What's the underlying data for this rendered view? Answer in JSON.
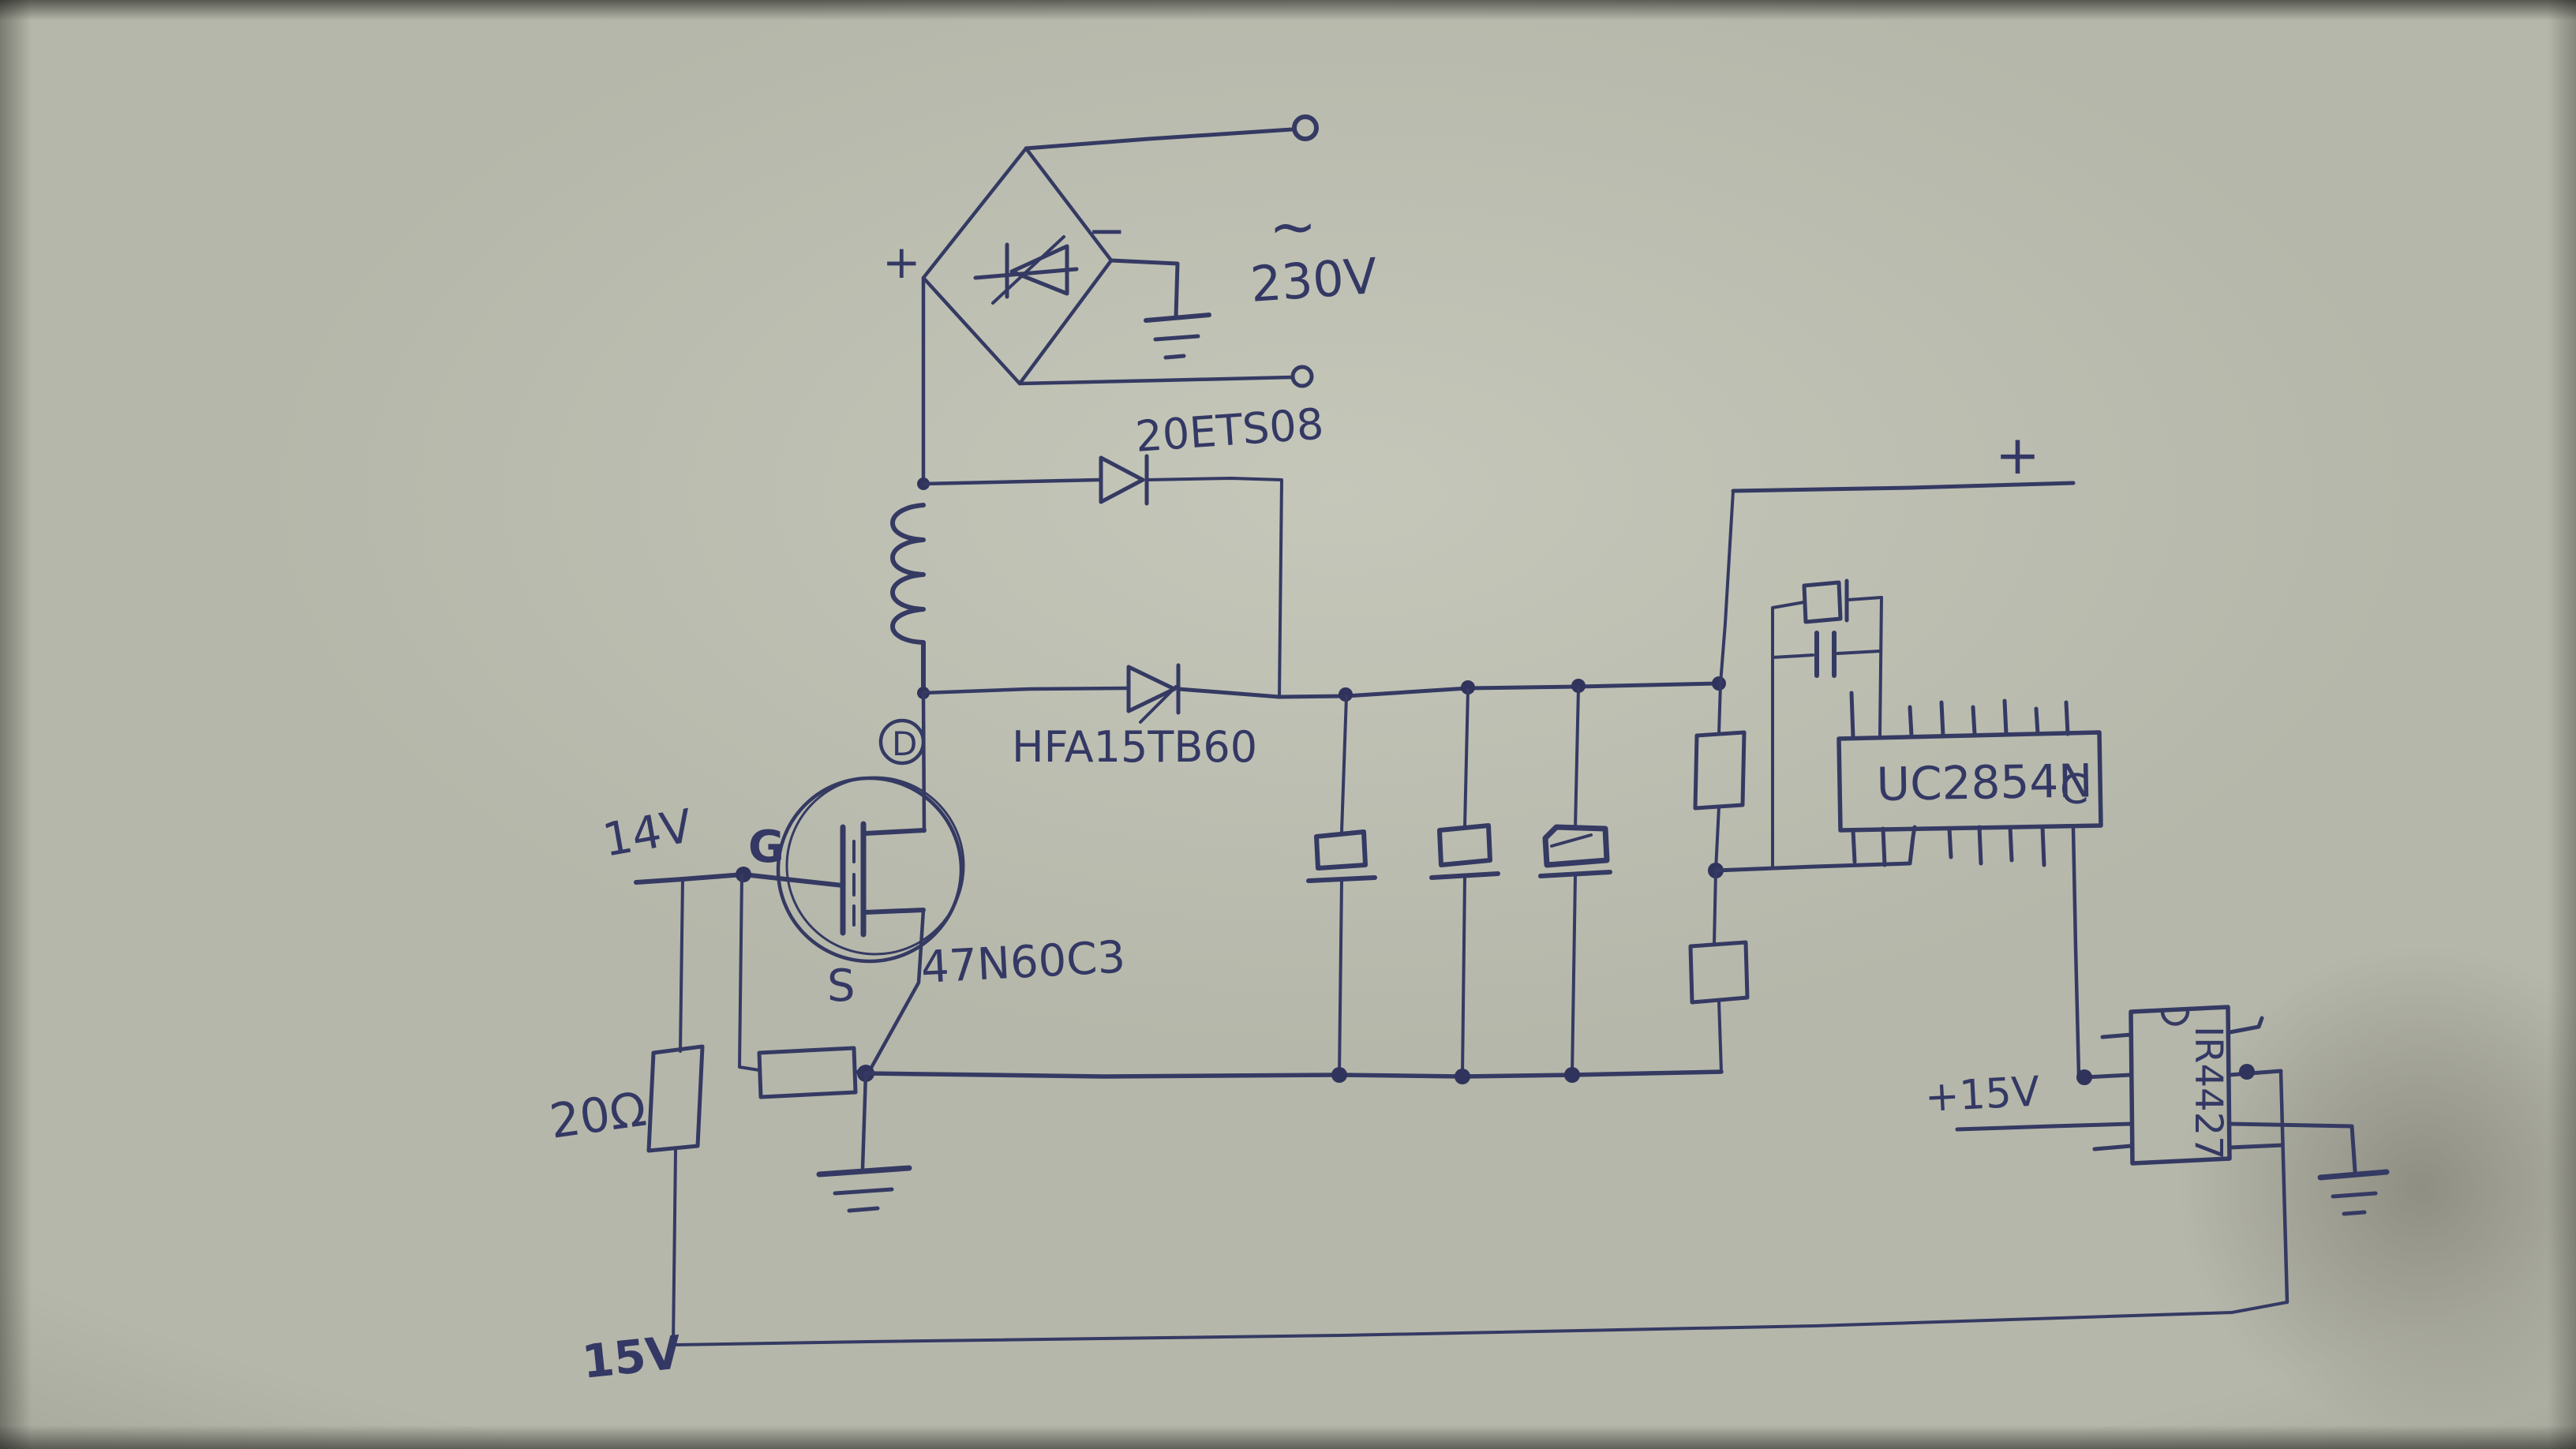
{
  "photo": {
    "paper_color": "#b5b7aa",
    "ink_color": "#353a63"
  },
  "schematic": {
    "ac_input": {
      "tilde": "~",
      "voltage": "230V",
      "plus": "+",
      "minus": "−"
    },
    "bypass_diode_label": "20ETS08",
    "boost_diode_label": "HFA15TB60",
    "mosfet": {
      "drain": "D",
      "gate": "G",
      "source": "S",
      "part": "47N60C3"
    },
    "gate_node_voltage": "14V",
    "gate_resistor_value": "20Ω",
    "driver_rail_voltage": "15V",
    "pfc_controller": {
      "part": "UC2854N",
      "notch": "C"
    },
    "gate_driver": {
      "part": "IR4427",
      "supply": "+15V"
    },
    "output_plus": "+"
  }
}
